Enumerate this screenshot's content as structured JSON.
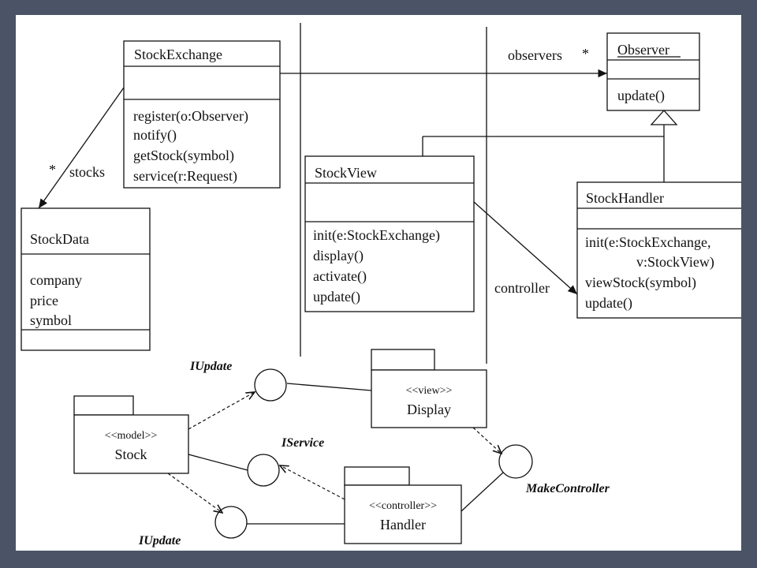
{
  "classes": {
    "stock_exchange": {
      "name": "StockExchange",
      "methods": [
        "register(o:Observer)",
        "notify()",
        "getStock(symbol)",
        "service(r:Request)"
      ]
    },
    "observer": {
      "name": "Observer",
      "methods": [
        "update()"
      ]
    },
    "stock_data": {
      "name": "StockData",
      "attributes": [
        "company",
        "price",
        "symbol"
      ]
    },
    "stock_view": {
      "name": "StockView",
      "methods": [
        "init(e:StockExchange)",
        "display()",
        "activate()",
        "update()"
      ]
    },
    "stock_handler": {
      "name": "StockHandler",
      "methods": [
        "init(e:StockExchange,",
        "v:StockView)",
        "viewStock(symbol)",
        "update()"
      ]
    }
  },
  "associations": {
    "observers": "observers",
    "observers_mult": "*",
    "stocks": "stocks",
    "stocks_mult": "*",
    "controller": "controller"
  },
  "packages": {
    "stock": {
      "stereotype": "<<model>>",
      "name": "Stock"
    },
    "display": {
      "stereotype": "<<view>>",
      "name": "Display"
    },
    "handler": {
      "stereotype": "<<controller>>",
      "name": "Handler"
    }
  },
  "interfaces": {
    "iupdate_top": "IUpdate",
    "iservice": "IService",
    "iupdate_bottom": "IUpdate",
    "make_controller": "MakeController"
  },
  "colors": {
    "slide_background": "#4a5466",
    "canvas": "#ffffff",
    "ink": "#111111"
  }
}
